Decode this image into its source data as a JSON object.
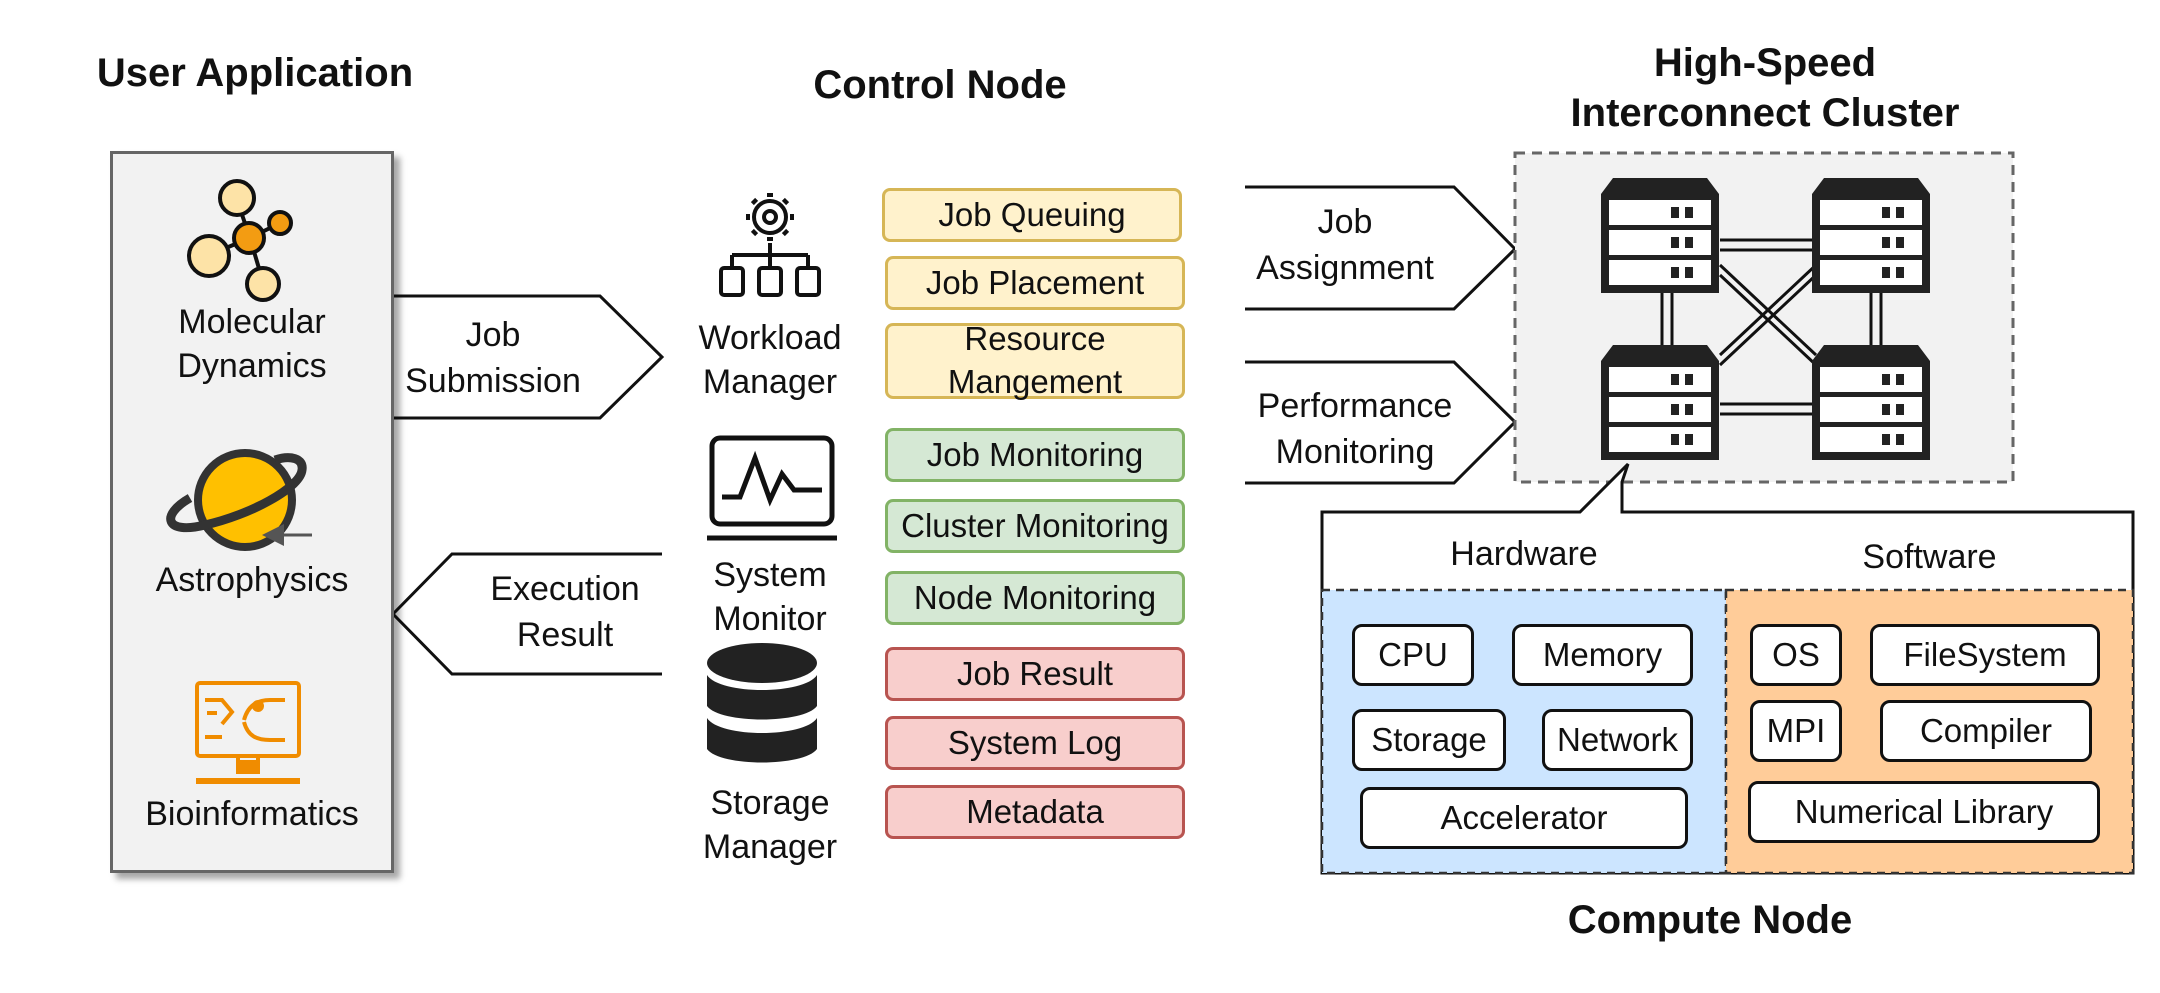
{
  "titles": {
    "user_app": "User Application",
    "control": "Control Node",
    "cluster": "High-Speed\nInterconnect Cluster",
    "compute": "Compute Node"
  },
  "apps": [
    {
      "label": "Molecular\nDynamics",
      "icon": "molecule-icon"
    },
    {
      "label": "Astrophysics",
      "icon": "planet-icon"
    },
    {
      "label": "Bioinformatics",
      "icon": "dna-monitor-icon"
    }
  ],
  "arrows": {
    "submit": "Job\nSubmission",
    "result": "Execution\nResult",
    "assign": "Job\nAssignment",
    "perf": "Performance\nMonitoring"
  },
  "managers": [
    {
      "label": "Workload\nManager",
      "icon": "gear-hierarchy-icon"
    },
    {
      "label": "System\nMonitor",
      "icon": "monitor-pulse-icon"
    },
    {
      "label": "Storage\nManager",
      "icon": "database-icon"
    }
  ],
  "workload_items": [
    "Job Queuing",
    "Job Placement",
    "Resource\nMangement"
  ],
  "monitor_items": [
    "Job Monitoring",
    "Cluster Monitoring",
    "Node Monitoring"
  ],
  "storage_items": [
    "Job Result",
    "System Log",
    "Metadata"
  ],
  "compute": {
    "hardware_label": "Hardware",
    "software_label": "Software",
    "hardware": [
      "CPU",
      "Memory",
      "Storage",
      "Network",
      "Accelerator"
    ],
    "software": [
      "OS",
      "FileSystem",
      "MPI",
      "Compiler",
      "Numerical Library"
    ]
  },
  "colors": {
    "yellow_fill": "#fff2cc",
    "green_fill": "#d5e8d4",
    "red_fill": "#f8cecc",
    "hardware_fill": "#cce5ff",
    "software_fill": "#ffcc99",
    "accent_orange": "#f08c00"
  }
}
